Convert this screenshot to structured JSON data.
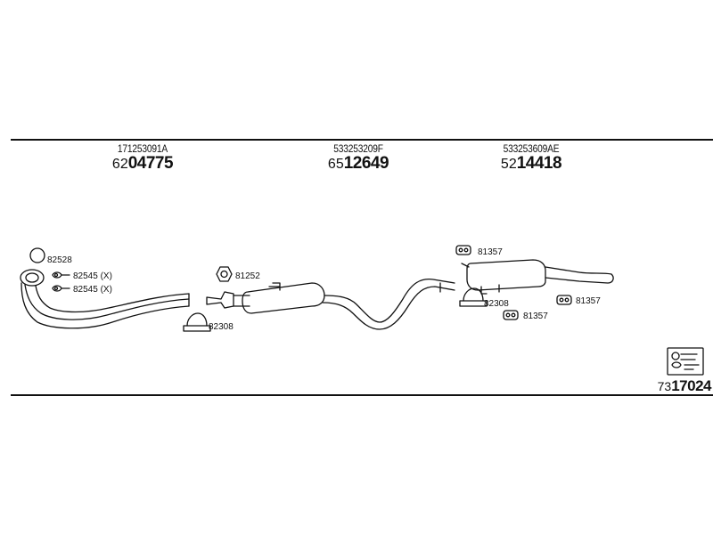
{
  "parts": [
    {
      "oe_number": "171253091A",
      "prefix": "62",
      "number": "04775"
    },
    {
      "oe_number": "533253209F",
      "prefix": "65",
      "number": "12649"
    },
    {
      "oe_number": "533253609AE",
      "prefix": "52",
      "number": "14418"
    }
  ],
  "callouts": {
    "ring_82528": "82528",
    "clamp_82545_a": "82545 (X)",
    "clamp_82545_b": "82545 (X)",
    "hanger_81252": "81252",
    "clamp_82308_left": "82308",
    "rubber_81357_top": "81357",
    "clamp_82308_right": "82308",
    "rubber_81357_bottom": "81357",
    "rubber_81357_right": "81357"
  },
  "kit": {
    "prefix": "73",
    "number": "17024"
  }
}
